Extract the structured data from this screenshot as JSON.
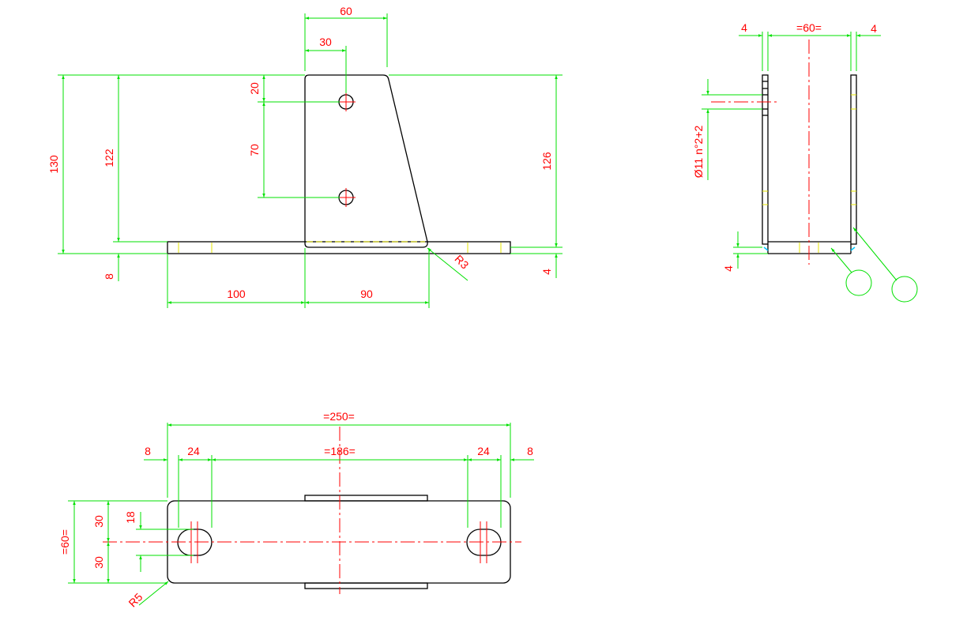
{
  "dimensions": {
    "front": {
      "top_width": "60",
      "hole_offset": "30",
      "hole_top": "20",
      "hole_spacing": "70",
      "height_total": "130",
      "height_inner": "122",
      "height_right": "126",
      "plate_thickness": "8",
      "foot_thickness": "4",
      "left_length": "100",
      "right_length": "90",
      "fillet_radius": "R3"
    },
    "side": {
      "left_wall": "4",
      "width": "=60=",
      "right_wall": "4",
      "hole_callout": "Ø11 n°2+2",
      "base_thickness": "4"
    },
    "plan": {
      "overall_length": "=250=",
      "slot_spacing": "=186=",
      "edge_left": "8",
      "slot_left": "24",
      "slot_right": "24",
      "edge_right": "8",
      "slot_width": "18",
      "half_top": "30",
      "half_bottom": "30",
      "overall_width": "=60=",
      "corner_radius": "R5"
    }
  },
  "colors": {
    "outline": "#000000",
    "dimension": "#00e000",
    "text": "#ff0000",
    "centerline": "#ff0000",
    "hidden": "#e6e600",
    "weld": "#00c8ff"
  }
}
